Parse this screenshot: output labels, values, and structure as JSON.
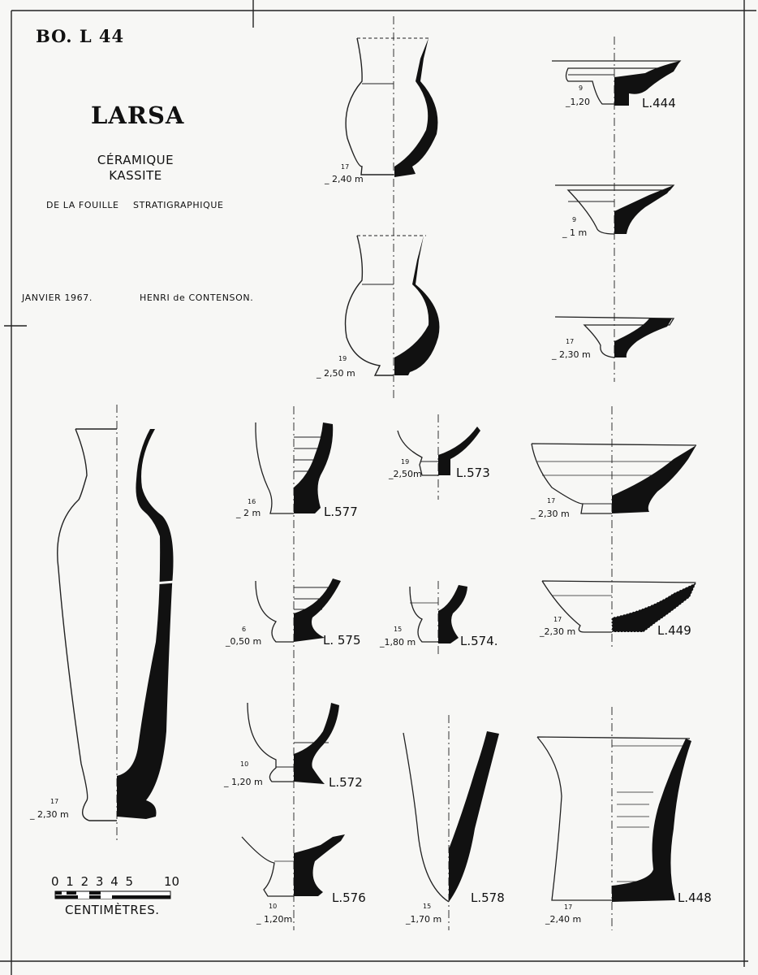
{
  "header": {
    "plate_code": "BO. L 44",
    "site": "LARSA",
    "subtitle_line1": "CÉRAMIQUE",
    "subtitle_line2": "KASSITE",
    "subtitle_line3_a": "DE LA FOUILLE",
    "subtitle_line3_b": "STRATIGRAPHIQUE",
    "date": "JANVIER 1967.",
    "author": "HENRI de CONTENSON."
  },
  "vessels": [
    {
      "id": "v-top-jar",
      "level": "17",
      "depth": "_ 2,40 m",
      "label": ""
    },
    {
      "id": "v-mid-jar",
      "level": "19",
      "depth": "_ 2,50 m",
      "label": ""
    },
    {
      "id": "v-L444",
      "level": "9",
      "depth": "_1,20",
      "label": "L.444"
    },
    {
      "id": "v-bowl-1m",
      "level": "9",
      "depth": "_ 1 m",
      "label": ""
    },
    {
      "id": "v-bowl-230a",
      "level": "17",
      "depth": "_ 2,30 m",
      "label": ""
    },
    {
      "id": "v-tall-jar",
      "level": "17",
      "depth": "_ 2,30 m",
      "label": ""
    },
    {
      "id": "v-L577",
      "level": "16",
      "depth": "_ 2 m",
      "label": "L.577"
    },
    {
      "id": "v-L573",
      "level": "19",
      "depth": "_2,50m",
      "label": "L.573"
    },
    {
      "id": "v-bowl-230b",
      "level": "17",
      "depth": "_ 2,30 m",
      "label": ""
    },
    {
      "id": "v-L575",
      "level": "6",
      "depth": "_0,50 m",
      "label": "L. 575"
    },
    {
      "id": "v-L574",
      "level": "15",
      "depth": "_1,80 m",
      "label": "L.574."
    },
    {
      "id": "v-L449",
      "level": "17",
      "depth": "_2,30 m",
      "label": "L.449"
    },
    {
      "id": "v-L572",
      "level": "10",
      "depth": "_ 1,20 m",
      "label": "L.572"
    },
    {
      "id": "v-L576",
      "level": "10",
      "depth": "_ 1,20m",
      "label": "L.576"
    },
    {
      "id": "v-L578",
      "level": "15",
      "depth": "_1,70 m",
      "label": "L.578"
    },
    {
      "id": "v-L448",
      "level": "17",
      "depth": "_2,40 m",
      "label": "L.448"
    }
  ],
  "scale": {
    "ticks": "0 1 2 3 4 5",
    "end": "10",
    "unit": "CENTIMÈTRES."
  },
  "colors": {
    "ink": "#111111",
    "paper": "#f7f7f5"
  }
}
